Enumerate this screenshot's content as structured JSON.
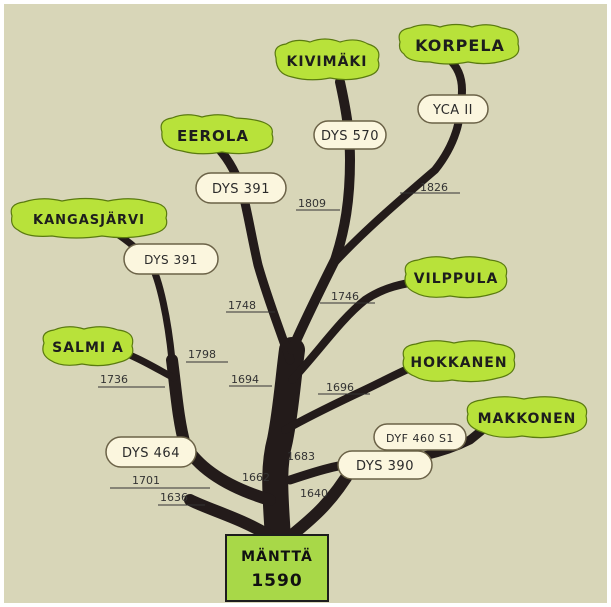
{
  "colors": {
    "background": "#d8d6b8",
    "trunk": "#231b1a",
    "leaf_fill": "#b8e23a",
    "leaf_stroke": "#5a7a10",
    "bubble_fill": "#fbf6de",
    "bubble_stroke": "#6b6247",
    "root_fill": "#a8d848"
  },
  "root": {
    "name": "MÄNTTÄ",
    "year": "1590"
  },
  "families": {
    "kivimaki": "KIVIMÄKI",
    "korpela": "KORPELA",
    "eerola": "EEROLA",
    "kangasjarvi": "KANGASJÄRVI",
    "salmi": "SALMI A",
    "vilppula": "VILPPULA",
    "hokkanen": "HOKKANEN",
    "makkonen": "MAKKONEN"
  },
  "markers": {
    "dys570": "DYS 570",
    "yca": "YCA II",
    "dys391_upper": "DYS 391",
    "dys391_left": "DYS 391",
    "dys464": "DYS 464",
    "dyf460": "DYF 460 S1",
    "dys390": "DYS 390"
  },
  "years": {
    "y1809": "1809",
    "y1826": "1826",
    "y1748": "1748",
    "y1746": "1746",
    "y1798": "1798",
    "y1736": "1736",
    "y1694": "1694",
    "y1696": "1696",
    "y1701": "1701",
    "y1636": "1636",
    "y1683": "1683",
    "y1640": "1640",
    "y1662": "1662"
  }
}
